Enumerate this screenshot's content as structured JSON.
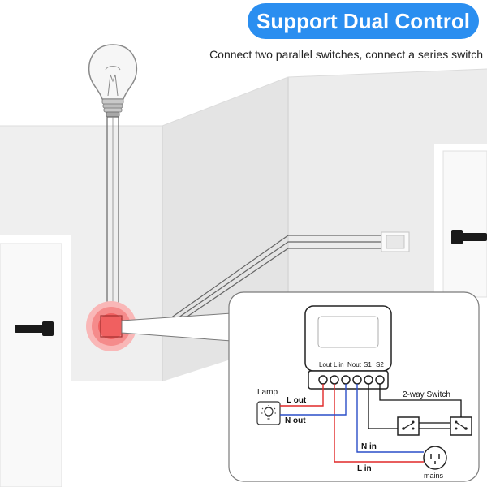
{
  "header": {
    "title": "Support Dual Control",
    "subtitle": "Connect two parallel switches, connect a series switch"
  },
  "terminals": [
    "Lout",
    "L in",
    "Nout",
    "S1",
    "S2"
  ],
  "labels": {
    "lamp": "Lamp",
    "l_out": "L out",
    "n_out": "N out",
    "two_way_switch": "2-way Switch",
    "n_in": "N in",
    "l_in": "L in",
    "mains": "mains"
  },
  "colors": {
    "accent": "#2a8ef0",
    "live_wire": "#e02828",
    "neutral_wire": "#2a4ec8",
    "glow": "#f04848"
  }
}
